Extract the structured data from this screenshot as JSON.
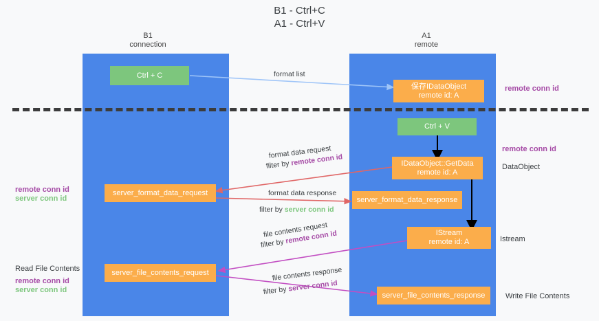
{
  "title": "B1 - Ctrl+C\nA1 - Ctrl+V",
  "lanes": [
    {
      "id": "b1",
      "header": "B1\nconnection"
    },
    {
      "id": "a1",
      "header": "A1\nremote"
    }
  ],
  "boxes": [
    {
      "name": "ctrl-c-box",
      "text": "Ctrl + C",
      "color": "green"
    },
    {
      "name": "save-idataobject-box",
      "text": "保存IDataObject\nremote id: A",
      "color": "orange"
    },
    {
      "name": "ctrl-v-box",
      "text": "Ctrl + V",
      "color": "green"
    },
    {
      "name": "idataobject-getdata-box",
      "text": "IDataObject::GetData\nremote id: A",
      "color": "orange"
    },
    {
      "name": "server-format-data-request-box",
      "text": "server_format_data_request",
      "color": "orange"
    },
    {
      "name": "server-format-data-response-box",
      "text": "server_format_data_response",
      "color": "orange"
    },
    {
      "name": "istream-box",
      "text": "IStream\nremote id: A",
      "color": "orange"
    },
    {
      "name": "server-file-contents-request-box",
      "text": "server_file_contents_request",
      "color": "orange"
    },
    {
      "name": "server-file-contents-response-box",
      "text": "server_file_contents_response",
      "color": "orange"
    }
  ],
  "right_labels": [
    {
      "name": "right-label-remote-conn-id-1",
      "text": "remote conn id",
      "color": "purple"
    },
    {
      "name": "right-label-remote-conn-id-2",
      "text": "remote conn id",
      "color": "purple"
    },
    {
      "name": "right-label-dataobject",
      "text": "DataObject",
      "color": "plain"
    },
    {
      "name": "right-label-istream",
      "text": "Istream",
      "color": "plain"
    },
    {
      "name": "right-label-write-file",
      "text": "Write File Contents",
      "color": "plain"
    }
  ],
  "left_labels": [
    {
      "name": "left-label-remote-conn-id",
      "text": "remote conn id",
      "color": "purple"
    },
    {
      "name": "left-label-server-conn-id",
      "text": "server conn id",
      "color": "green"
    },
    {
      "name": "left-label-read-file",
      "text": "Read File Contents",
      "color": "plain"
    },
    {
      "name": "left-label-remote-conn-id-2",
      "text": "remote conn id",
      "color": "purple"
    },
    {
      "name": "left-label-server-conn-id-2",
      "text": "server conn id",
      "color": "green"
    }
  ],
  "edge_labels": {
    "format_list": "format list",
    "format_data_request": "format data request",
    "format_data_request_filter_prefix": "filter by ",
    "format_data_request_filter_key": "remote conn id",
    "format_data_response": "format data response",
    "format_data_response_filter_prefix": "filter by ",
    "format_data_response_filter_key": "server conn id",
    "file_contents_request": "file contents request",
    "file_contents_request_filter_prefix": "filter by ",
    "file_contents_request_filter_key": "remote conn id",
    "file_contents_response": "file contents response",
    "file_contents_response_filter_prefix": "filter by ",
    "file_contents_response_filter_key": "server conn id"
  },
  "colors": {
    "lane": "#4a86e8",
    "green_box": "#7dc67d",
    "orange_box": "#fbad4b",
    "purple_text": "#a64ca6",
    "green_text": "#7dc67d",
    "arrow_lightblue": "#9fc5f8",
    "arrow_red": "#e06666",
    "arrow_magenta": "#c24ec2",
    "arrow_black": "#000000",
    "divider": "#3c3c3c"
  }
}
